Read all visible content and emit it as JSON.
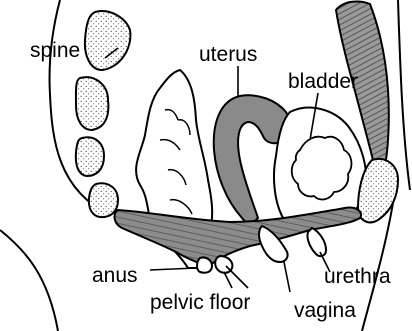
{
  "labels": {
    "spine": "spine",
    "uterus": "uterus",
    "bladder": "bladder",
    "anus": "anus",
    "urethra": "urethra",
    "pelvic_floor": "pelvic floor",
    "vagina": "vagina"
  },
  "colors": {
    "outline": "#000000",
    "uterus_fill": "#8a8a8a",
    "muscle_fill": "#8c8c8c",
    "organ_fill": "#ffffff",
    "stipple": "#5a5a5a"
  }
}
